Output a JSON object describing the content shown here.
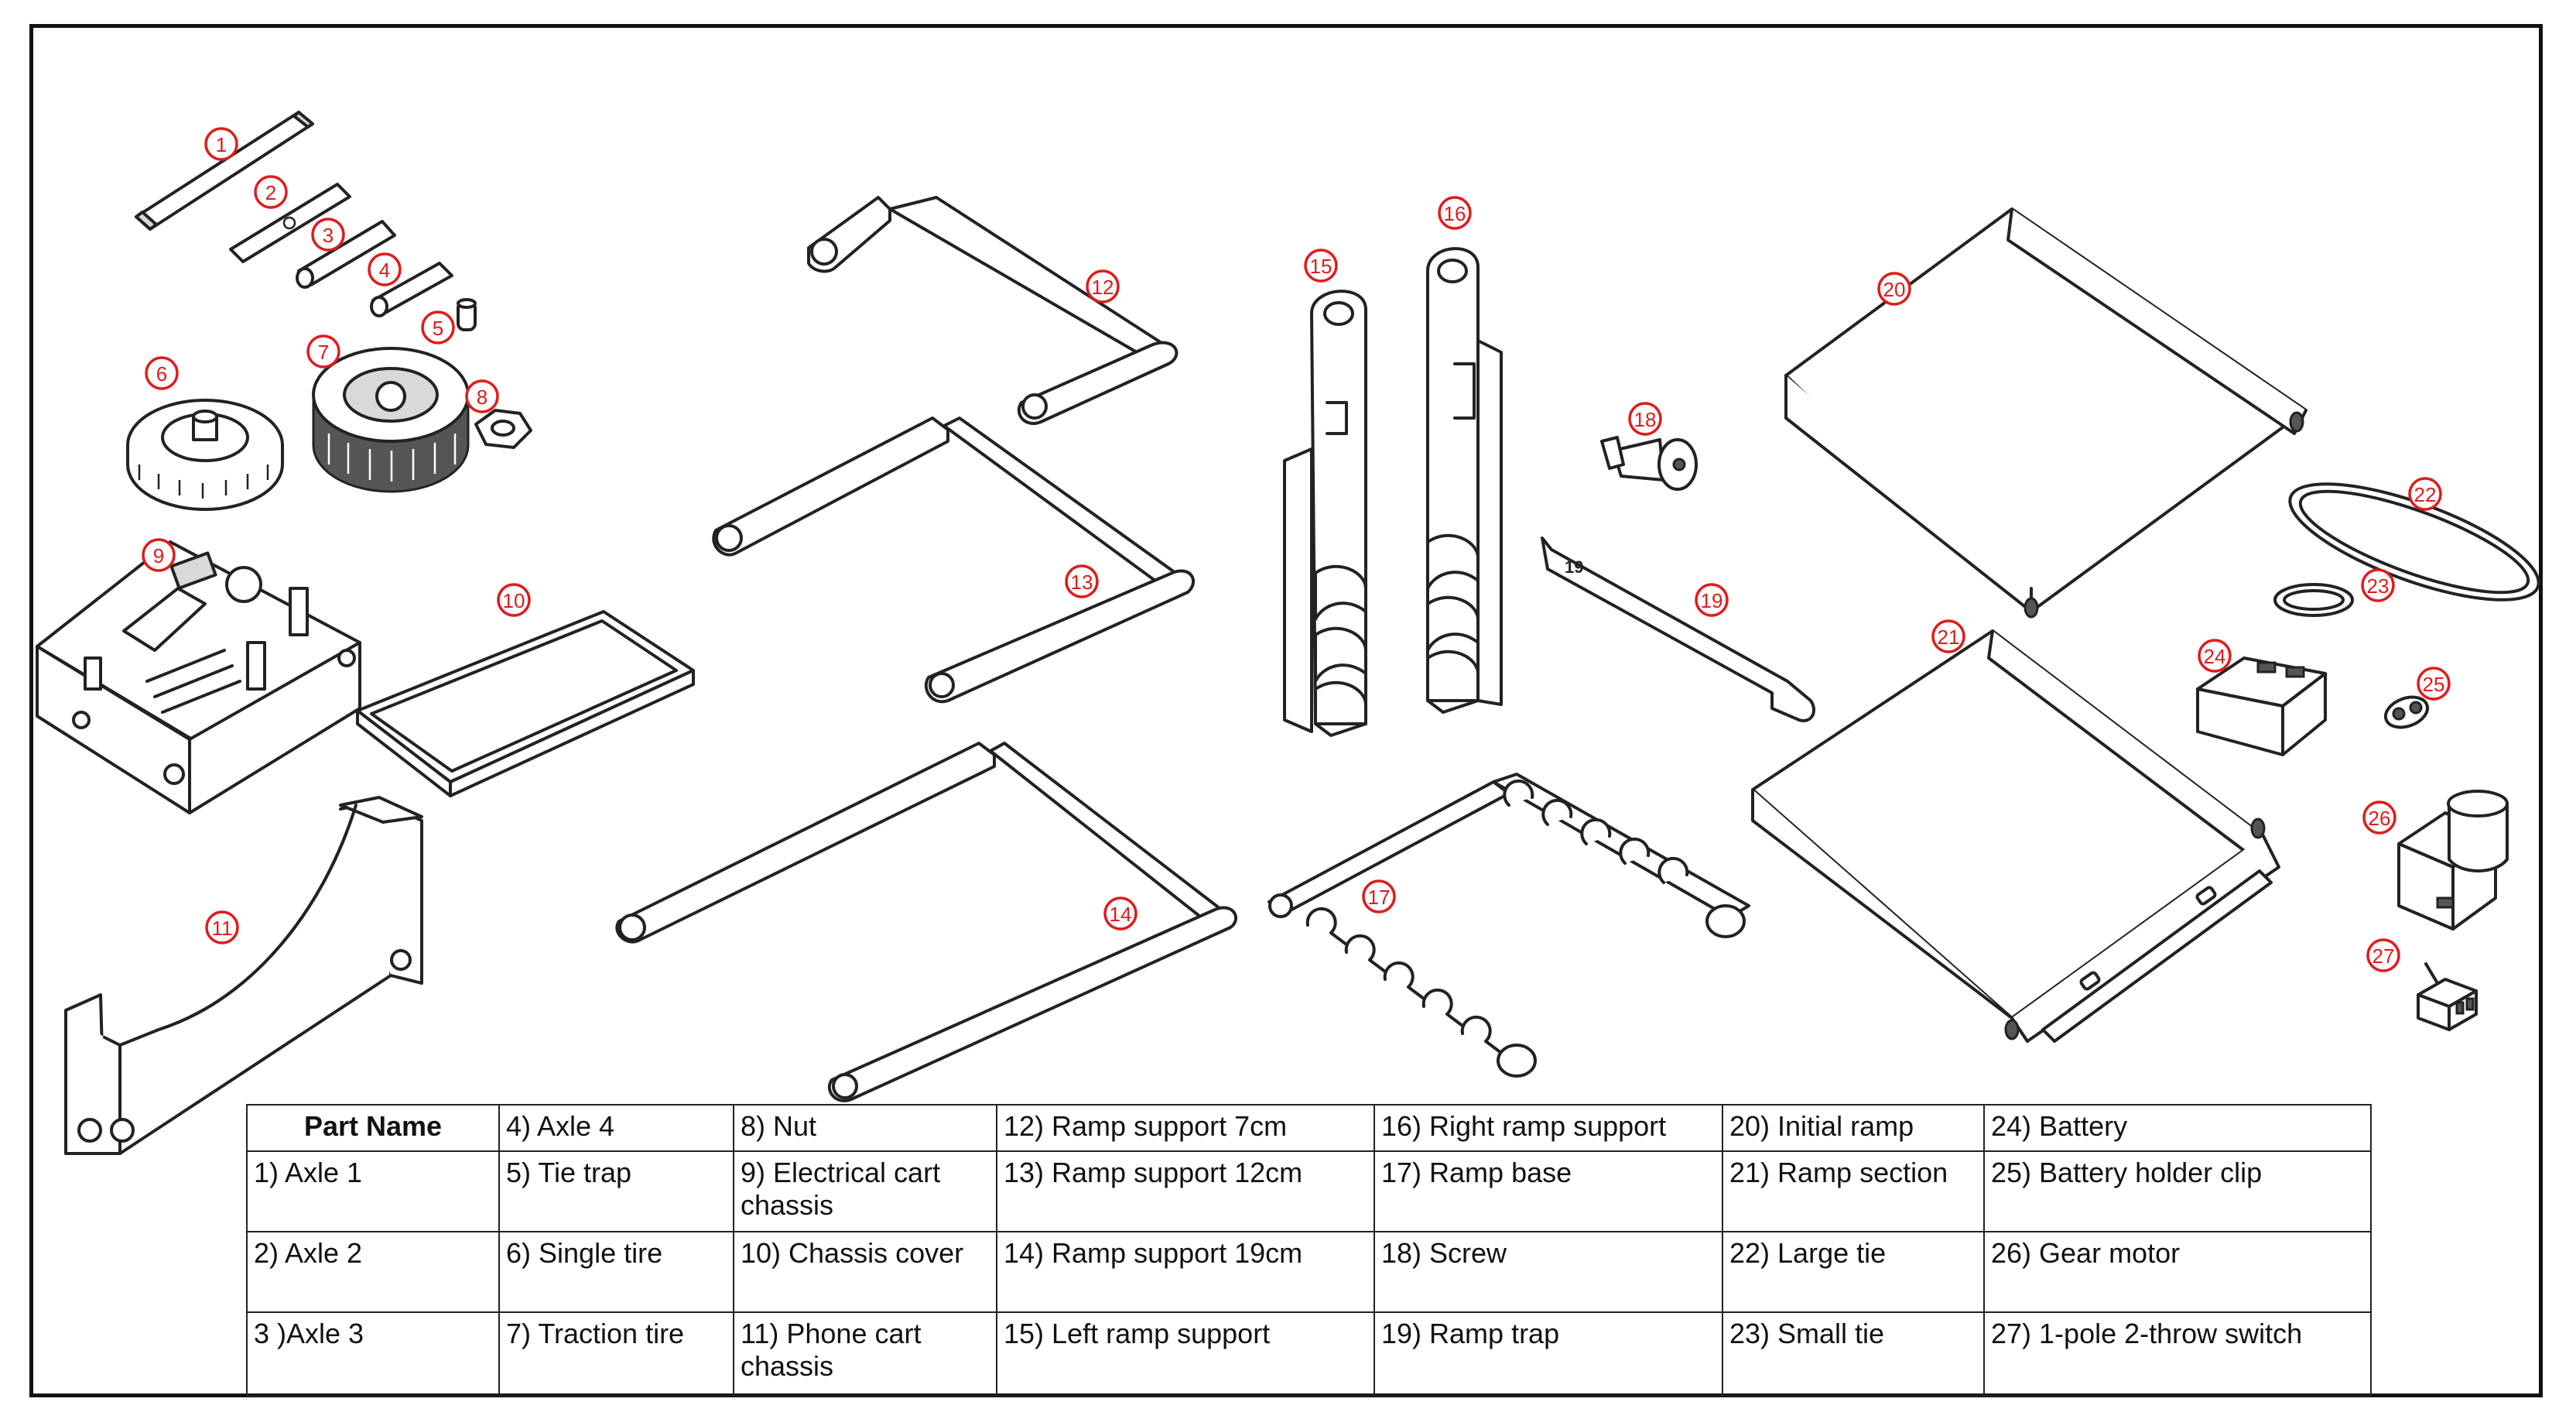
{
  "callouts": [
    "1",
    "2",
    "3",
    "4",
    "5",
    "6",
    "7",
    "8",
    "9",
    "10",
    "11",
    "12",
    "13",
    "14",
    "15",
    "16",
    "17",
    "18",
    "19",
    "20",
    "21",
    "22",
    "23",
    "24",
    "25",
    "26",
    "27"
  ],
  "ramp_trap_engraving": "19",
  "table": {
    "header": "Part Name",
    "rows": [
      [
        "Part Name",
        "4) Axle 4",
        "8) Nut",
        "12) Ramp support 7cm",
        "16) Right ramp support",
        "20) Initial ramp",
        "24) Battery"
      ],
      [
        "1) Axle 1",
        "5) Tie trap",
        "9) Electrical cart chassis",
        "13) Ramp support 12cm",
        "17) Ramp base",
        "21) Ramp section",
        "25) Battery holder clip"
      ],
      [
        "2) Axle 2",
        "6) Single tire",
        "10) Chassis cover",
        "14)  Ramp support 19cm",
        "18) Screw",
        "22) Large tie",
        "26) Gear motor"
      ],
      [
        "3 )Axle 3",
        "7) Traction tire",
        "11) Phone cart chassis",
        "15) Left ramp support",
        "19) Ramp trap",
        "23) Small tie",
        "27)  1-pole 2-throw switch"
      ]
    ]
  }
}
